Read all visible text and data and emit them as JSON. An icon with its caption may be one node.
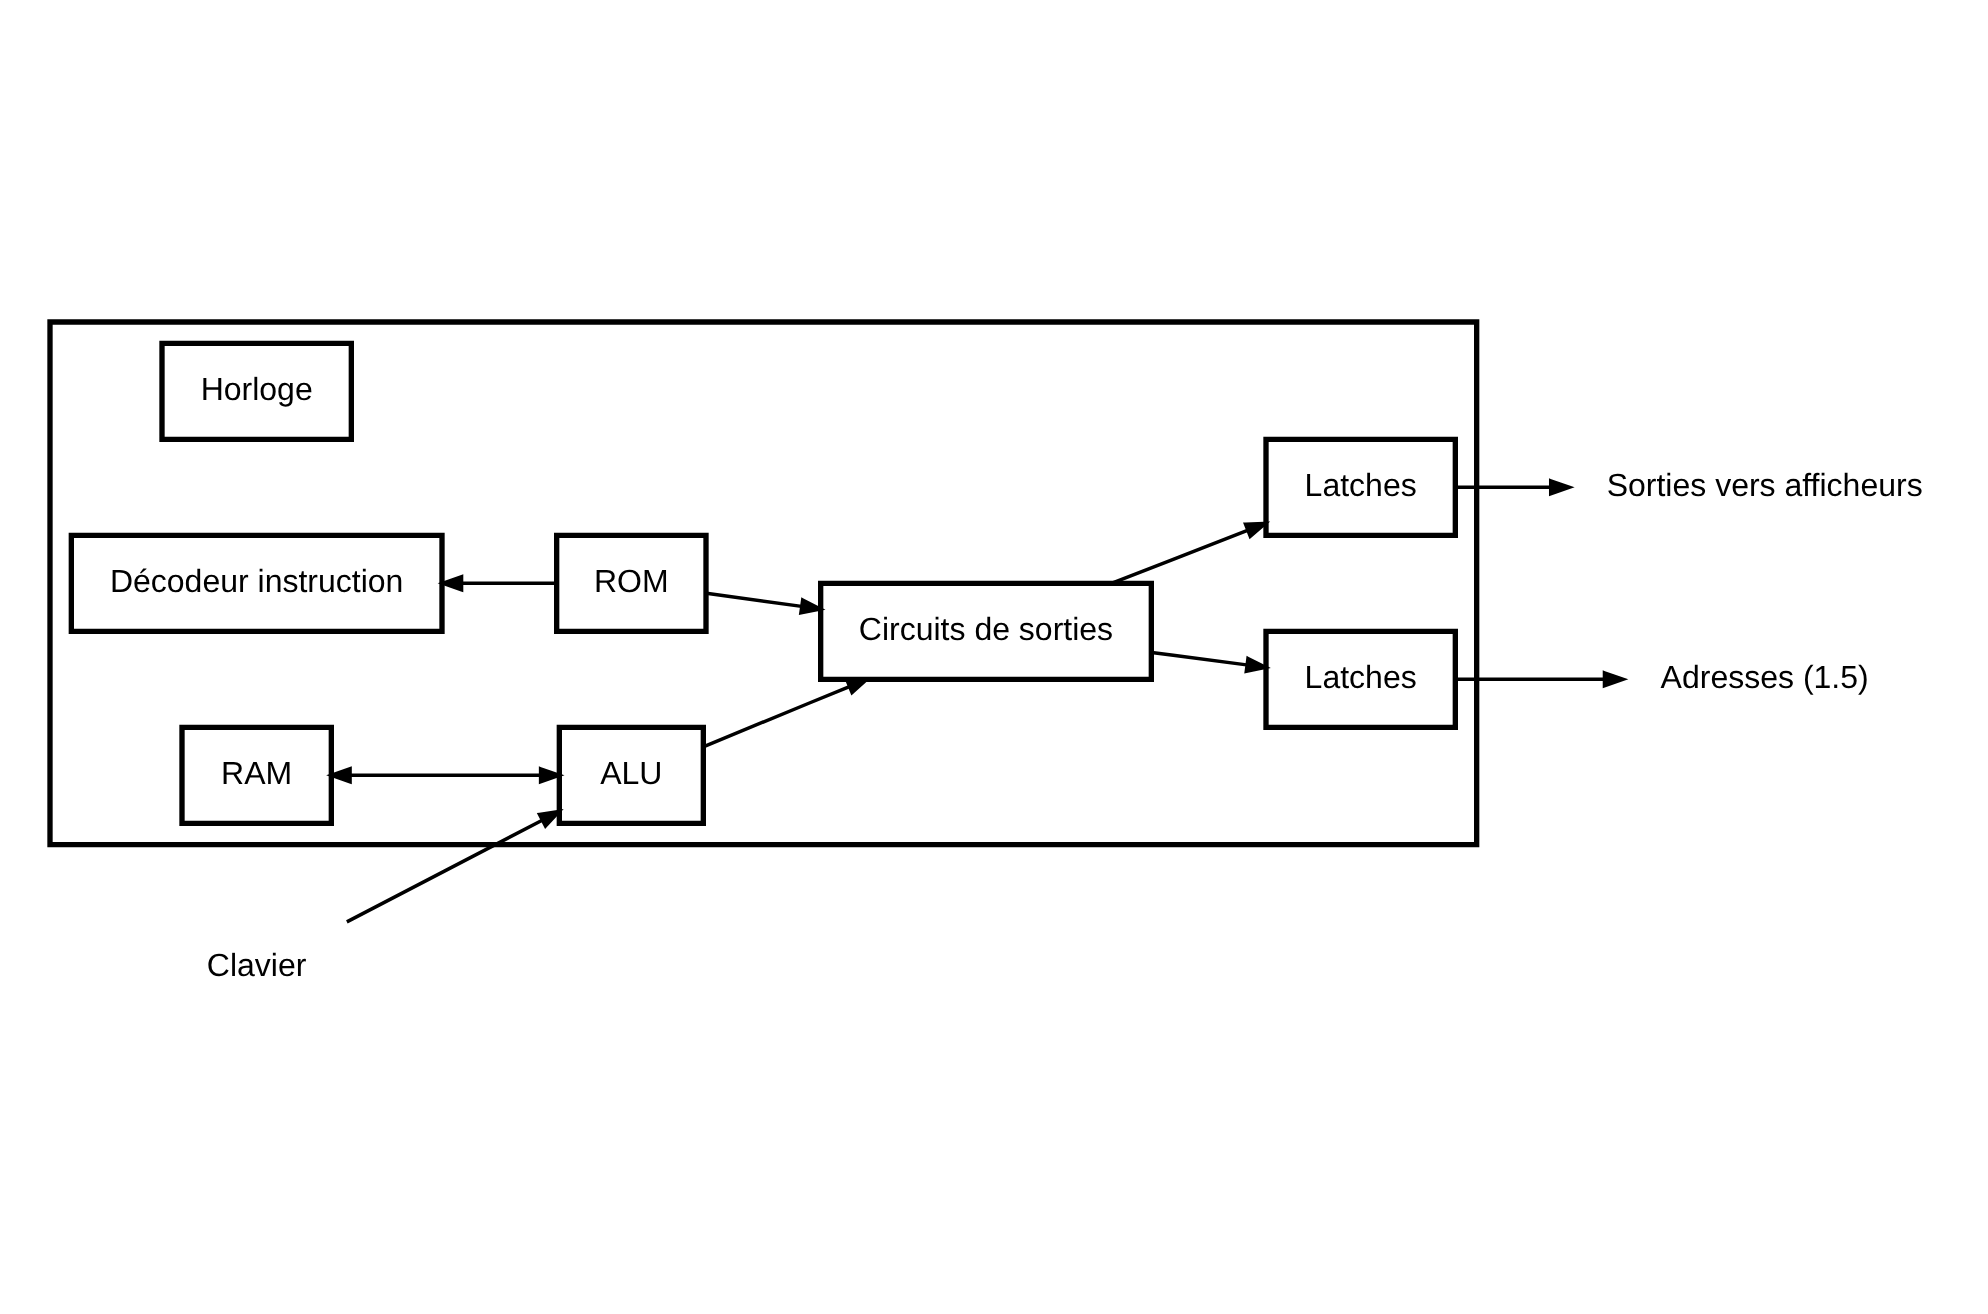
{
  "diagram": {
    "nodes": [
      {
        "text": [],
        "shape": "box"
      },
      {
        "text": [
          "Horloge"
        ],
        "in": 0
      },
      {
        "text": [
          "RAM"
        ],
        "in": 0
      },
      {
        "text": [
          "Clavier"
        ]
      },
      {
        "text": [
          "ALU"
        ],
        "in": 0
      },
      {
        "text": [
          "Circuits de sorties"
        ],
        "in": 0
      },
      {
        "text": [
          "Latches"
        ],
        "in": 0
      },
      {
        "text": [
          "Sorties vers afficheurs"
        ]
      },
      {
        "text": [
          "Décodeur instruction"
        ],
        "in": 0
      },
      {
        "text": [
          "ROM"
        ],
        "in": 0
      },
      {
        "text": [
          "Latches"
        ],
        "in": 0
      },
      {
        "text": [
          "Adresses (1.5)"
        ]
      }
    ],
    "edges": [
      {
        "from": 3,
        "to": 4,
        "arrow": "to"
      },
      {
        "from": 2,
        "to": 4,
        "arrow": "both"
      },
      {
        "from": 4,
        "to": 5,
        "arrow": "to"
      },
      {
        "from": 5,
        "to": 6,
        "arrow": "to"
      },
      {
        "from": 5,
        "to": 10,
        "arrow": "to"
      },
      {
        "from": 6,
        "to": 7,
        "arrow": "to"
      },
      {
        "from": 10,
        "to": 11,
        "arrow": "to"
      },
      {
        "from": 9,
        "to": 8,
        "arrow": "to"
      },
      {
        "from": 9,
        "to": 5,
        "arrow": "to"
      }
    ]
  }
}
